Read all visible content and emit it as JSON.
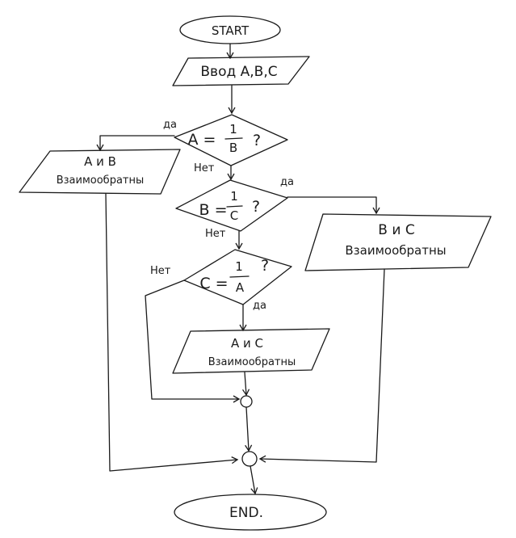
{
  "flowchart": {
    "start": "START",
    "input": "Ввод A,B,C",
    "decision_ab": {
      "lhs": "A =",
      "num": "1",
      "den": "B",
      "q": "?"
    },
    "decision_bc": {
      "lhs": "B =",
      "num": "1",
      "den": "C",
      "q": "?"
    },
    "decision_ca": {
      "lhs": "C =",
      "num": "1",
      "den": "A",
      "q": "?"
    },
    "output_ab": {
      "pair": "A и B",
      "word": "Взаимообратны"
    },
    "output_bc": {
      "pair": "B и C",
      "word": "Взаимообратны"
    },
    "output_ac": {
      "pair": "A и C",
      "word": "Взаимообратны"
    },
    "labels": {
      "yes": "да",
      "no": "Нет"
    },
    "end": "END."
  }
}
